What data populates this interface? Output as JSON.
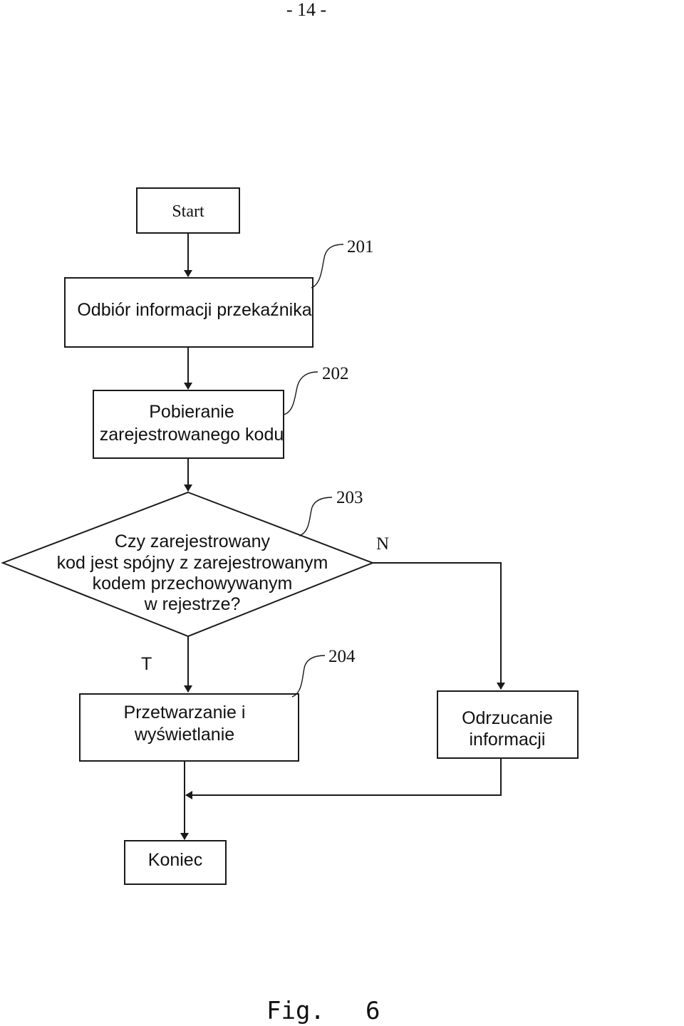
{
  "page_number": "- 14 -",
  "figure_label": "Fig.",
  "figure_number": "6",
  "nodes": {
    "start": {
      "label": "Start"
    },
    "receive": {
      "label": "Odbiór informacji przekaźnika",
      "ref": "201"
    },
    "fetch": {
      "lines": [
        "Pobieranie",
        "zarejestrowanego kodu"
      ],
      "ref": "202"
    },
    "decision": {
      "lines": [
        "Czy zarejestrowany",
        "kod jest spójny z zarejestrowanym",
        "kodem przechowywanym",
        "w rejestrze?"
      ],
      "ref": "203"
    },
    "process": {
      "lines": [
        "Przetwarzanie i",
        "wyświetlanie"
      ],
      "ref": "204"
    },
    "reject": {
      "lines": [
        "Odrzucanie",
        "informacji"
      ]
    },
    "end": {
      "label": "Koniec"
    }
  },
  "branches": {
    "yes": "T",
    "no": "N"
  }
}
